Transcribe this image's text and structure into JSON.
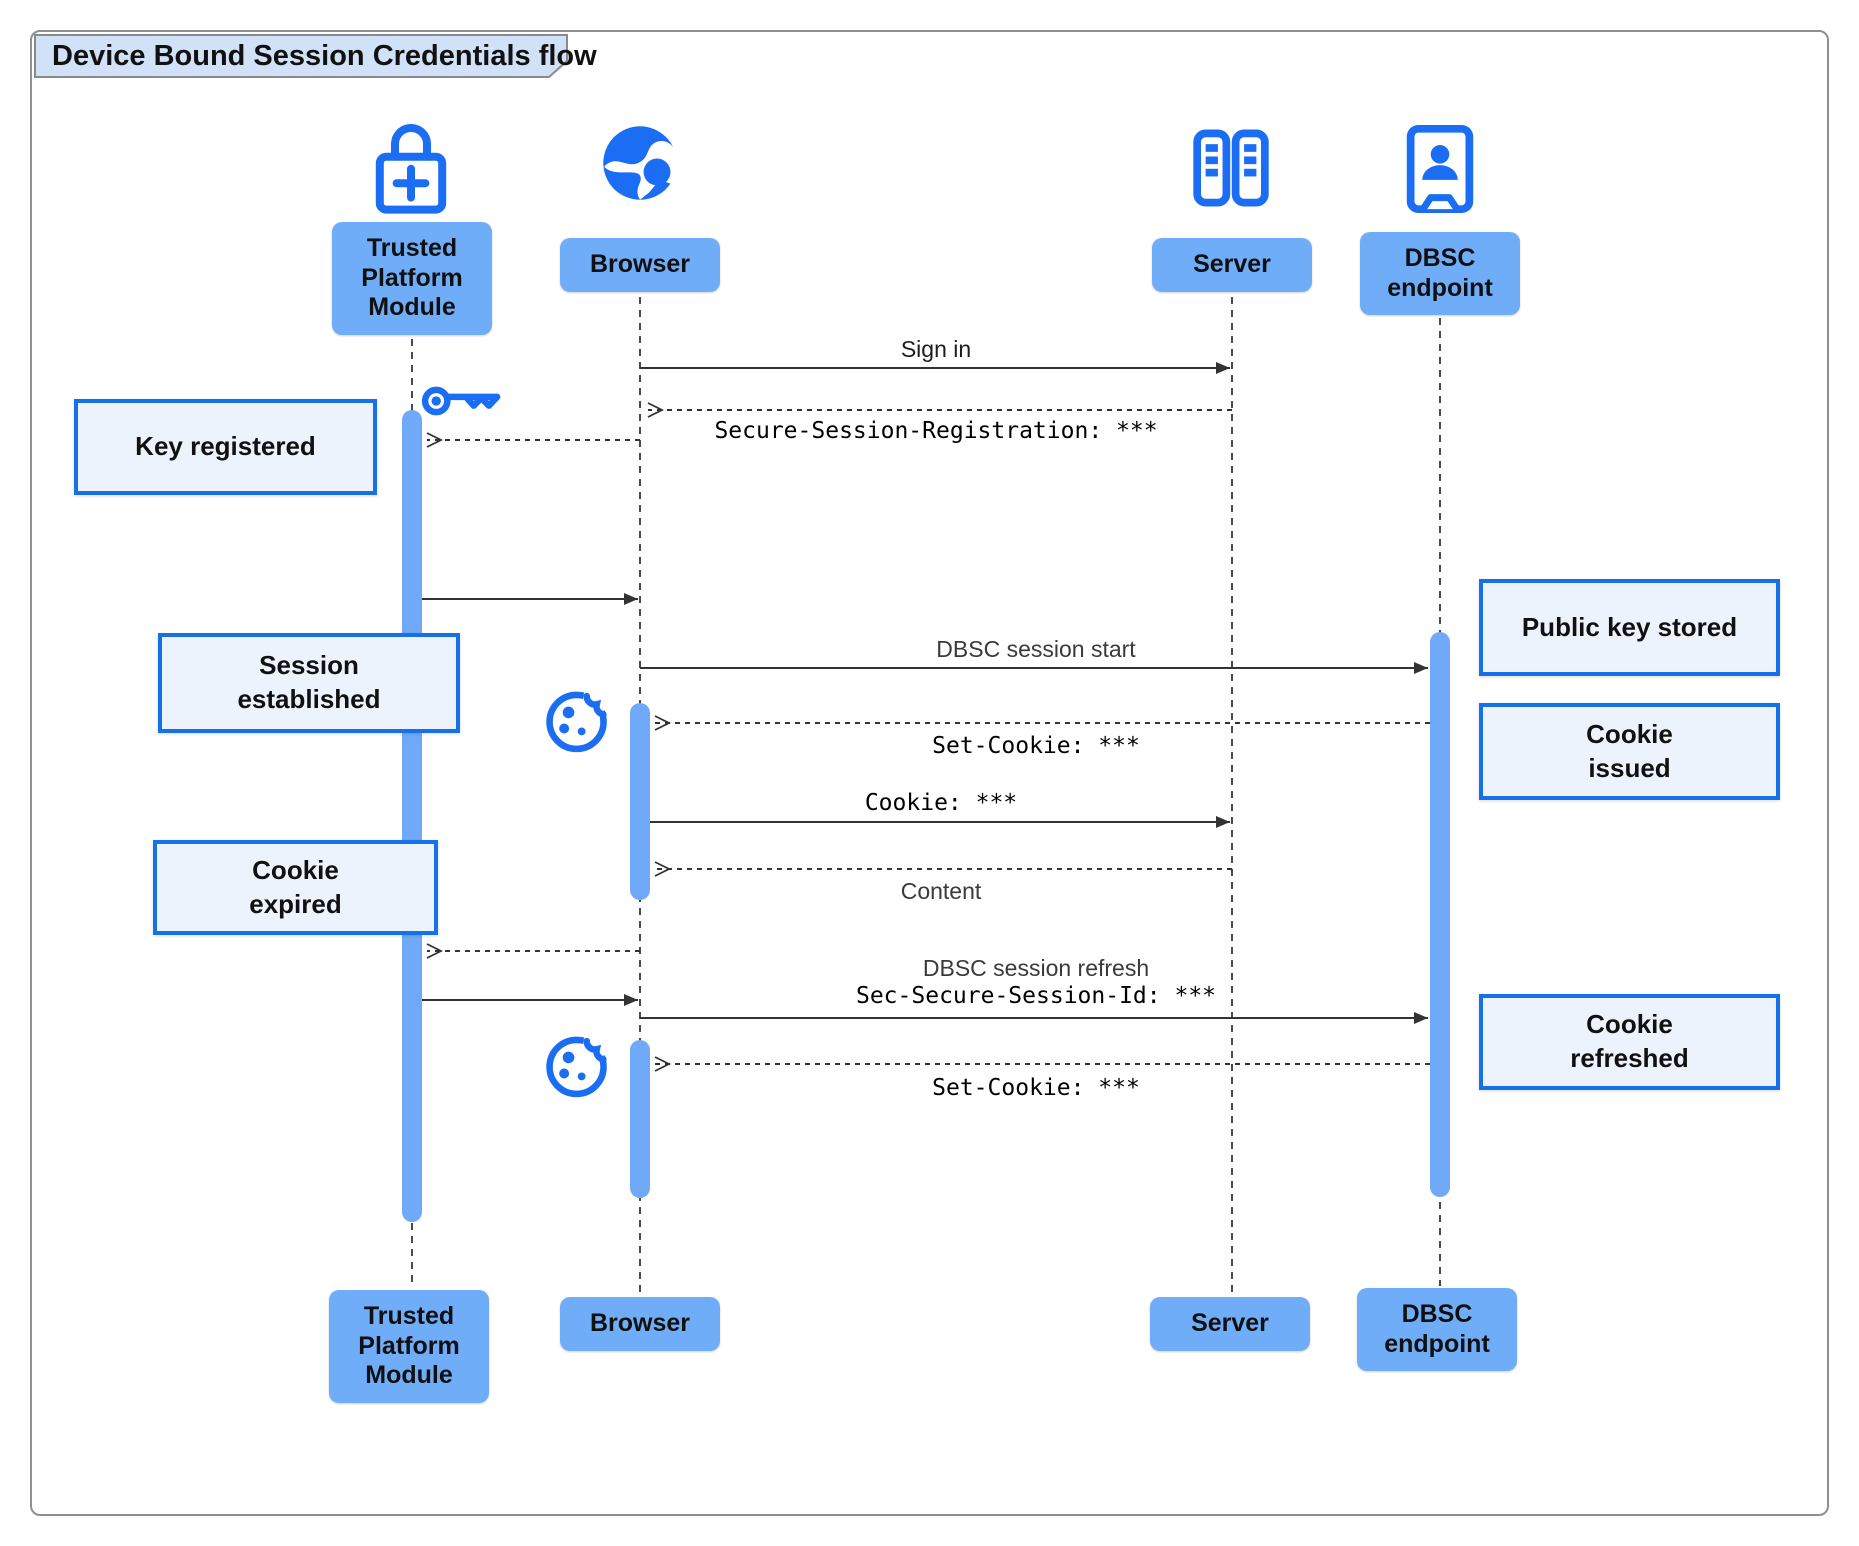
{
  "title": "Device Bound Session Credentials flow",
  "actors": {
    "tpm": {
      "label": "Trusted\nPlatform\nModule",
      "icon": "lock-plus-icon"
    },
    "browser": {
      "label": "Browser",
      "icon": "globe-icon"
    },
    "server": {
      "label": "Server",
      "icon": "server-rack-icon"
    },
    "dbsc": {
      "label": "DBSC\nendpoint",
      "icon": "id-badge-icon"
    }
  },
  "messages": {
    "sign_in": "Sign in",
    "secure_session_registration": "Secure-Session-Registration: ***",
    "dbsc_session_start": "DBSC session start",
    "set_cookie": "Set-Cookie: ***",
    "cookie": "Cookie: ***",
    "content": "Content",
    "dbsc_session_refresh": "DBSC session refresh",
    "sec_secure_session_id": "Sec-Secure-Session-Id: ***"
  },
  "notes": {
    "key_registered": "Key registered",
    "session_established": "Session\nestablished",
    "cookie_expired": "Cookie\nexpired",
    "public_key_stored": "Public key stored",
    "cookie_issued": "Cookie\nissued",
    "cookie_refreshed": "Cookie\nrefreshed"
  },
  "icons": {
    "tpm": "lock-plus-icon",
    "browser": "globe-icon",
    "server": "server-rack-icon",
    "dbsc_endpoint": "id-badge-icon",
    "key": "key-icon",
    "cookie": "cookie-icon"
  },
  "colors": {
    "icon_blue": "#1b6ef3",
    "activation_bar": "#6fa9f7",
    "actor_box": "#6fadf9",
    "note_fill": "#edf3fc",
    "note_border": "#1670e8",
    "title_tab_fill": "#d0e1f8",
    "frame_border": "#8f8f8f",
    "line_color": "#333333"
  }
}
